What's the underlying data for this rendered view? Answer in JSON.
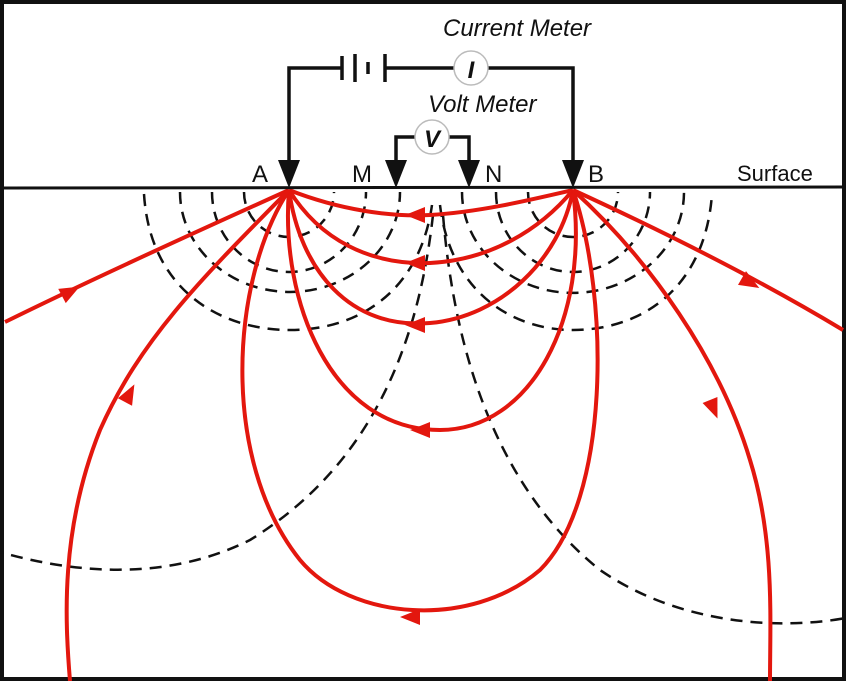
{
  "labels": {
    "current_meter": "Current Meter",
    "volt_meter": "Volt Meter",
    "current_symbol": "I",
    "volt_symbol": "V",
    "electrode_a": "A",
    "electrode_m": "M",
    "electrode_n": "N",
    "electrode_b": "B",
    "surface": "Surface"
  },
  "colors": {
    "current_lines": "#e3170e",
    "equipotential_lines": "#111111"
  }
}
